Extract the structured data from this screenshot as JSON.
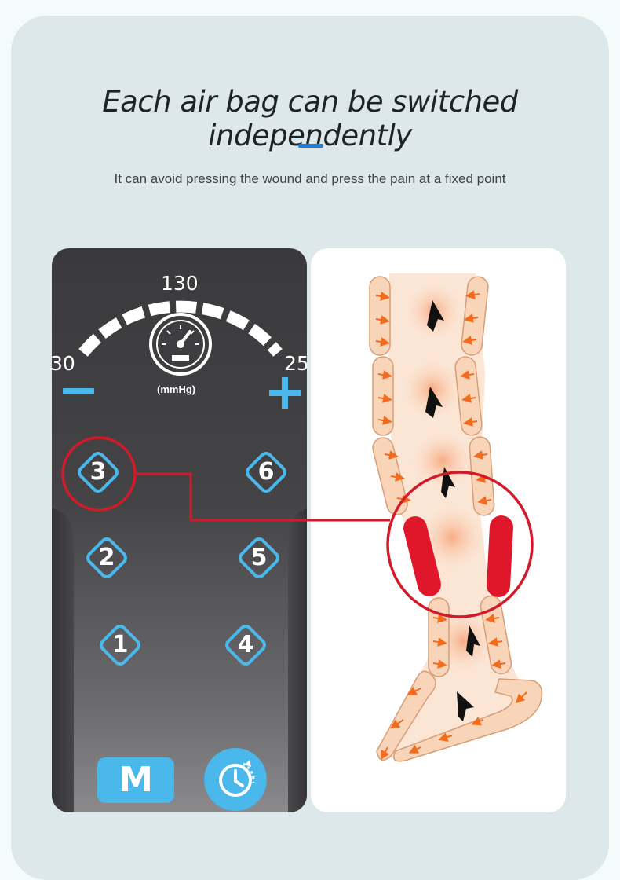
{
  "header": {
    "title": "Each air bag can be switched independently",
    "subtitle": "It can avoid pressing the wound and press the pain at a fixed point"
  },
  "remote": {
    "gauge": {
      "label_left": "30",
      "label_top": "130",
      "label_right": "25",
      "unit": "(mmHg)",
      "icon": "speedometer-icon"
    },
    "minus_label": "−",
    "plus_label": "+",
    "buttons": [
      "3",
      "6",
      "2",
      "5",
      "1",
      "4"
    ],
    "mode_label": "M",
    "timer_icon": "clock-timer-icon"
  },
  "colors": {
    "accent_blue": "#4ab8ea",
    "highlight_red": "#d11a2a",
    "airbag_fill": "#f8d5b8",
    "arrow_orange": "#f36b1c",
    "title_bar": "#1d7fd8"
  }
}
